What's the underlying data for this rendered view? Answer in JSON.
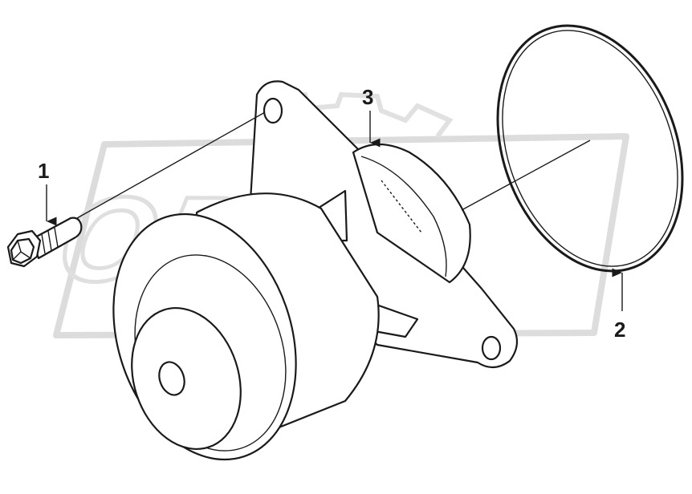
{
  "watermark": {
    "text": "OPEX",
    "type": "logo"
  },
  "callouts": [
    {
      "id": "bolt",
      "label": "1"
    },
    {
      "id": "gasket",
      "label": "2"
    },
    {
      "id": "water-pump",
      "label": "3"
    }
  ]
}
